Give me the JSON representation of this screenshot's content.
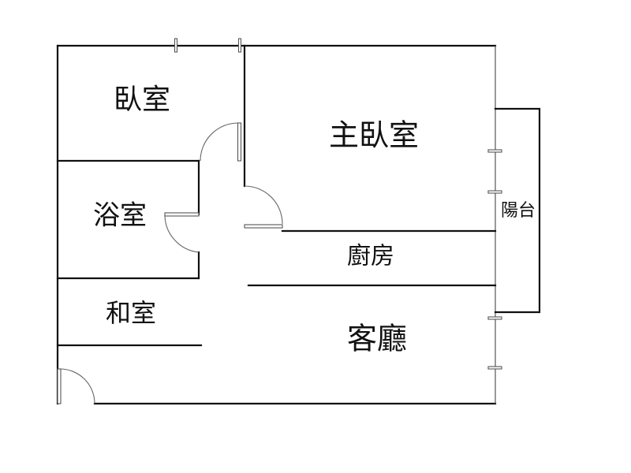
{
  "floor_plan": {
    "rooms": {
      "bedroom": "臥室",
      "master_bedroom": "主臥室",
      "bathroom": "浴室",
      "kitchen": "廚房",
      "balcony": "陽台",
      "japanese_room": "和室",
      "living_room": "客廳"
    },
    "colors": {
      "wall": "#111111",
      "background": "#ffffff"
    }
  }
}
